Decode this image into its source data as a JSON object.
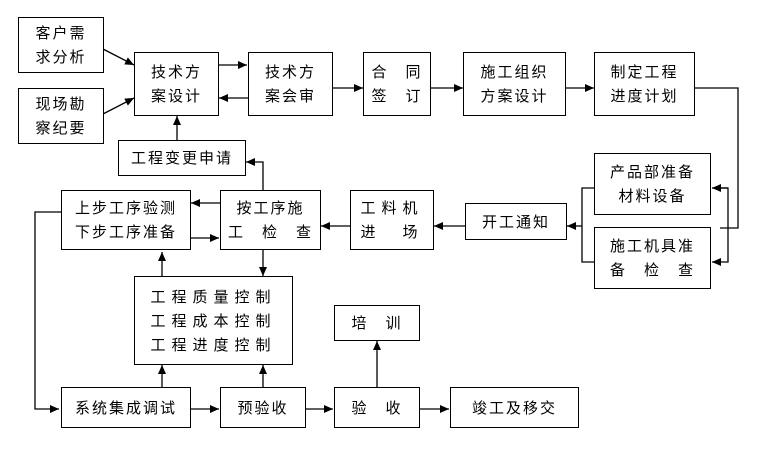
{
  "nodes": {
    "client_needs": [
      "客户需",
      "求分析"
    ],
    "site_survey": [
      "现场勘",
      "察纪要"
    ],
    "tech_design": [
      "技术方",
      "案设计"
    ],
    "tech_review": [
      "技术方",
      "案会审"
    ],
    "contract": [
      "合　同",
      "签　订"
    ],
    "construction_plan": [
      "施工组织",
      "方案设计"
    ],
    "schedule": [
      "制定工程",
      "进度计划"
    ],
    "change_request": [
      "工程变更申请"
    ],
    "materials_prep": [
      "产品部准备",
      "材料设备"
    ],
    "tools_check": [
      "施工机具准",
      "备　检　查"
    ],
    "start_notice": [
      "开工通知"
    ],
    "materials_arrival": [
      "工料机",
      "进　场"
    ],
    "construct_check": [
      "按工序施",
      "工　检　查"
    ],
    "step_check": [
      "上步工序验测",
      "下步工序准备"
    ],
    "control": [
      "工程质量控制",
      "工程成本控制",
      "工程进度控制"
    ],
    "training": [
      "培　训"
    ],
    "integration": [
      "系统集成调试"
    ],
    "pre_acceptance": [
      "预验收"
    ],
    "acceptance": [
      "验　收"
    ],
    "handover": [
      "竣工及移交"
    ]
  }
}
